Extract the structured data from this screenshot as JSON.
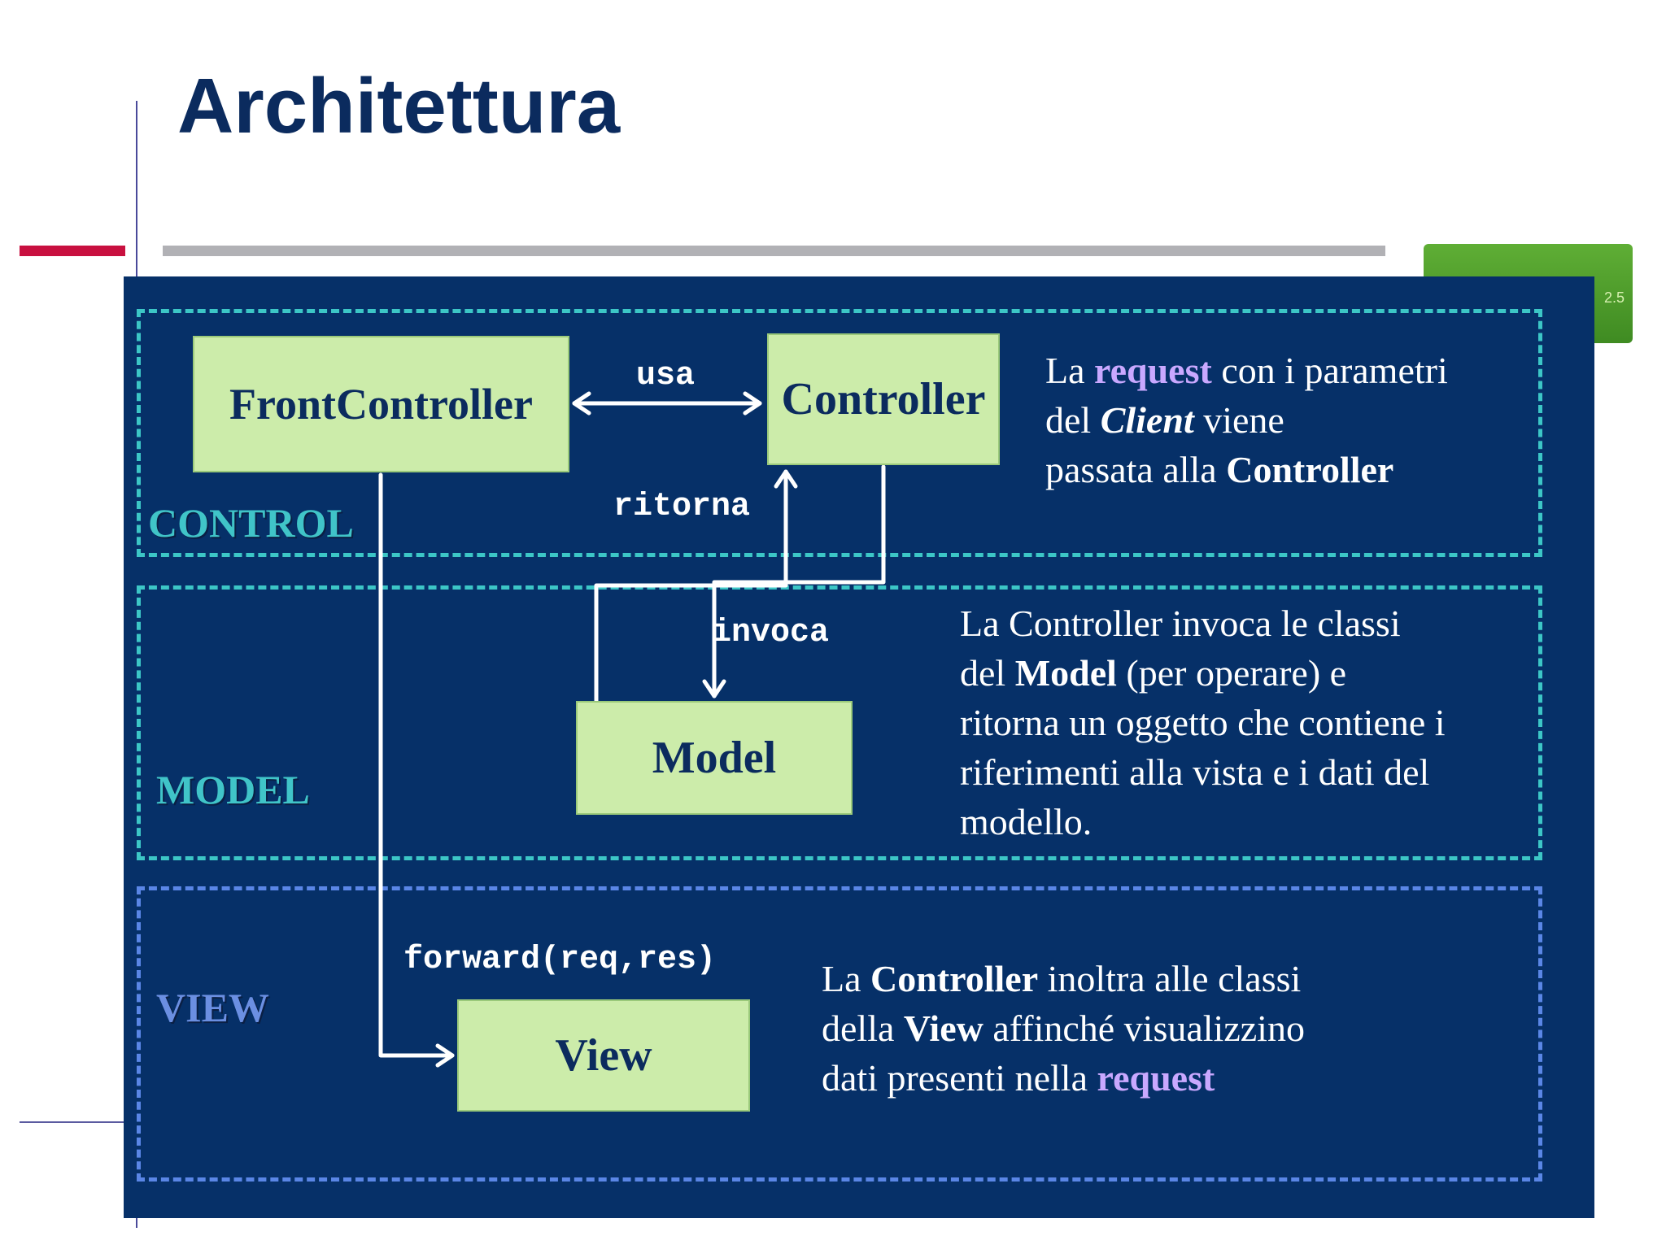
{
  "slide": {
    "title": "Architettura"
  },
  "logo": {
    "version": "2.5"
  },
  "zones": {
    "control_label": "CONTROL",
    "model_label": "MODEL",
    "view_label": "VIEW"
  },
  "boxes": {
    "front_controller": "FrontController",
    "controller": "Controller",
    "model": "Model",
    "view": "View"
  },
  "connectors": {
    "usa": "usa",
    "ritorna": "ritorna",
    "invoca": "invoca",
    "forward": "forward(req,res)"
  },
  "descriptions": {
    "control": {
      "l1_a": "La ",
      "l1_b": "request",
      "l1_c": " con i parametri",
      "l2_a": "del ",
      "l2_b": "Client",
      "l2_c": " viene",
      "l3_a": "passata alla ",
      "l3_b": "Controller"
    },
    "model": {
      "l1": "La  Controller  invoca le classi",
      "l2_a": "del ",
      "l2_b": "Model",
      "l2_c": " (per operare) e",
      "l3": "ritorna un oggetto che contiene i",
      "l4": "riferimenti alla vista e i dati del",
      "l5": "modello."
    },
    "view": {
      "l1_a": "La ",
      "l1_b": "Controller",
      "l1_c": " inoltra alle classi",
      "l2_a": "della ",
      "l2_b": "View",
      "l2_c": " affinché visualizzino",
      "l3_a": "dati presenti nella ",
      "l3_b": "request"
    }
  },
  "colors": {
    "panel": "#063068",
    "box_fill": "#ccecaa",
    "dash_cyan": "#3cc6c6",
    "dash_blue": "#5a86e6",
    "highlight": "#c9a8ff",
    "accent_red": "#c8103f"
  }
}
